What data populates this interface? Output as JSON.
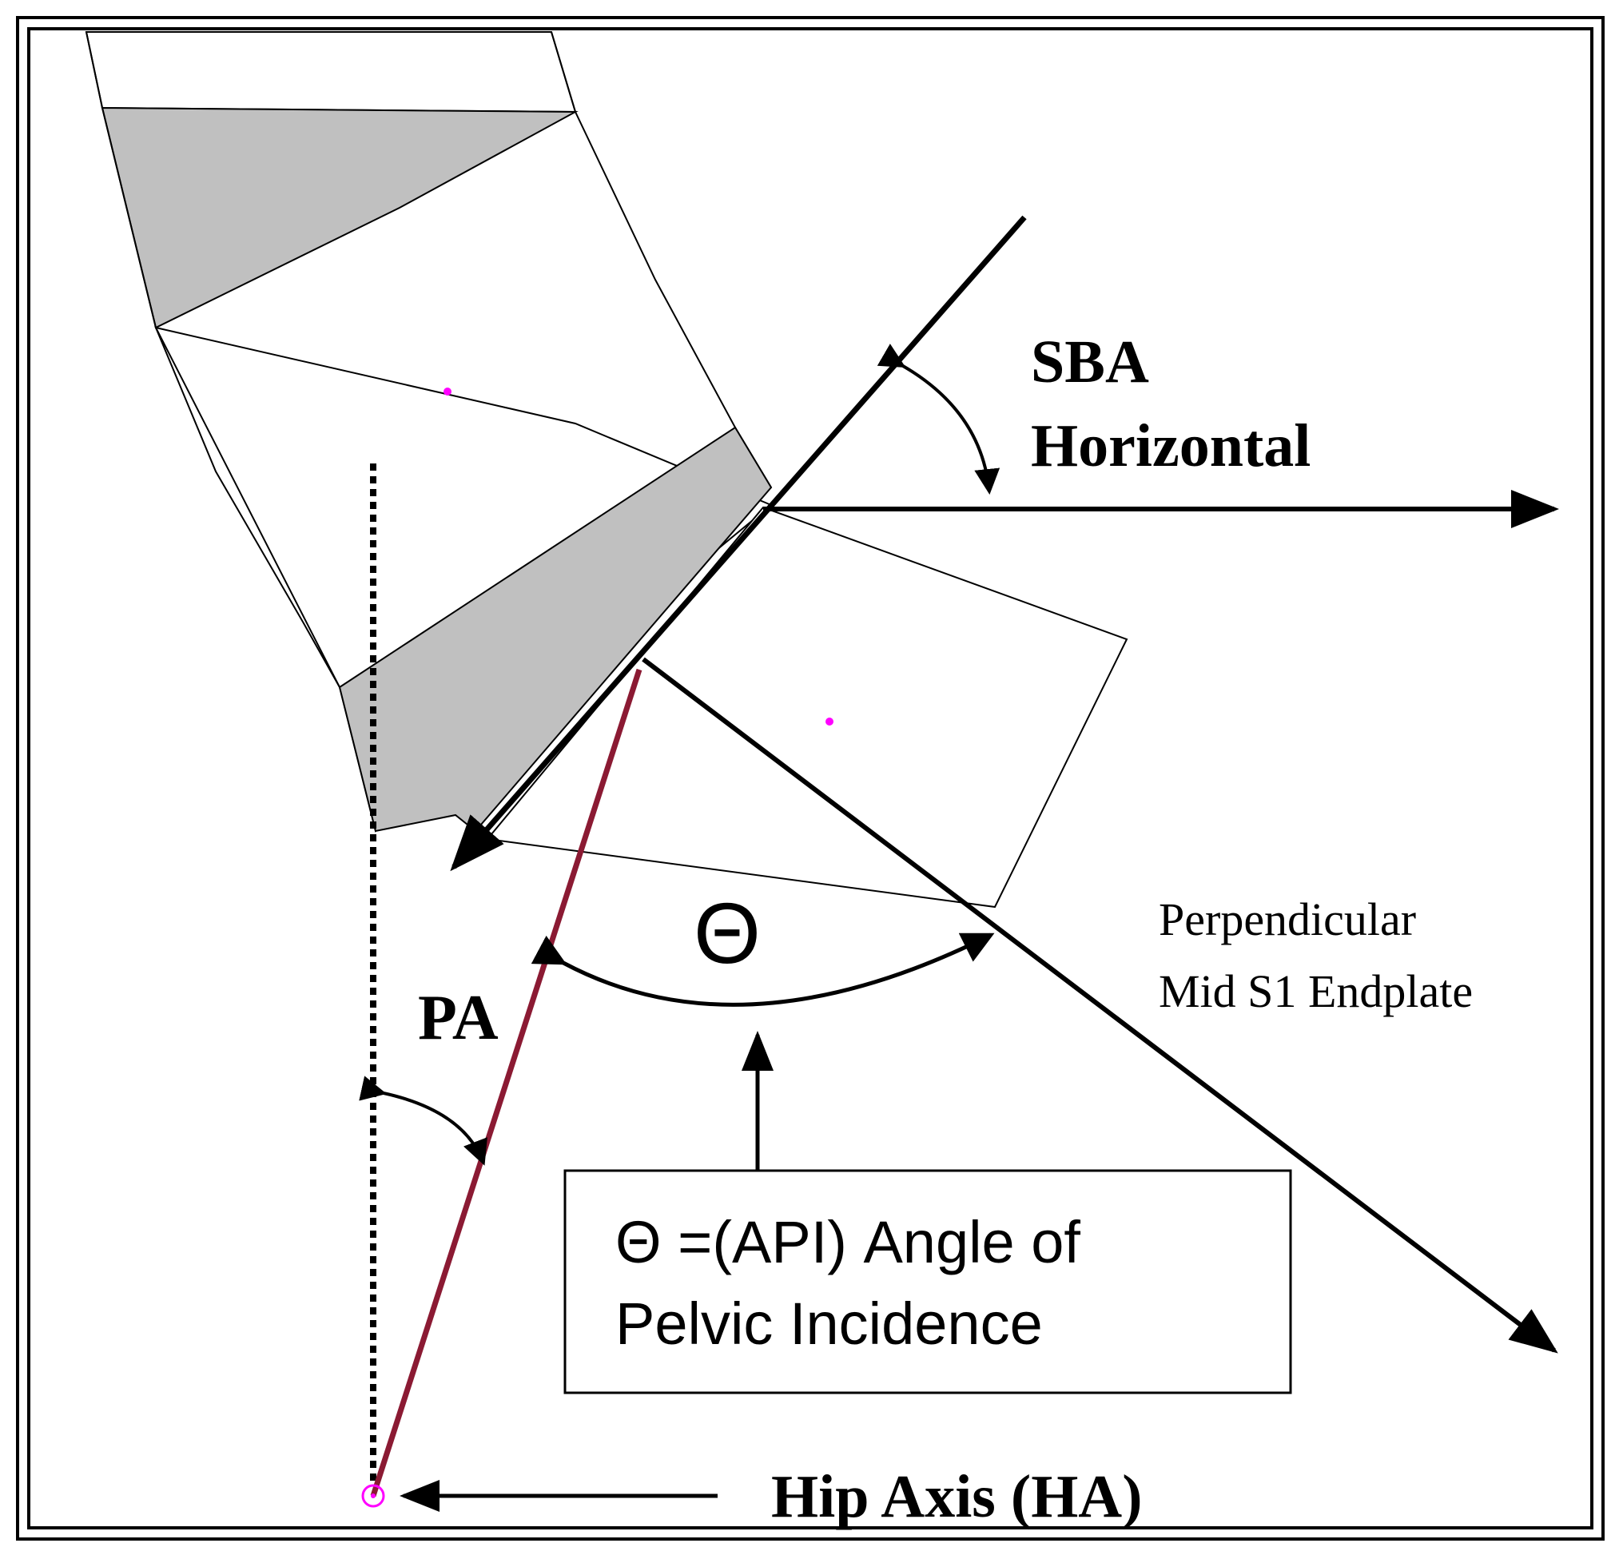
{
  "labels": {
    "sba": "SBA",
    "horizontal": "Horizontal",
    "perpendicular_line1": "Perpendicular",
    "perpendicular_line2": "Mid S1 Endplate",
    "pa": "PA",
    "theta_symbol": "Θ",
    "legend_line1": "Θ =(API) Angle of",
    "legend_line2": "Pelvic Incidence",
    "hip_axis": "Hip Axis (HA)"
  },
  "colors": {
    "line": "#000000",
    "disc_fill": "#c0c0c0",
    "pelvic_radius": "#8b1a33",
    "marker": "#ff00ff",
    "background": "#ffffff"
  }
}
